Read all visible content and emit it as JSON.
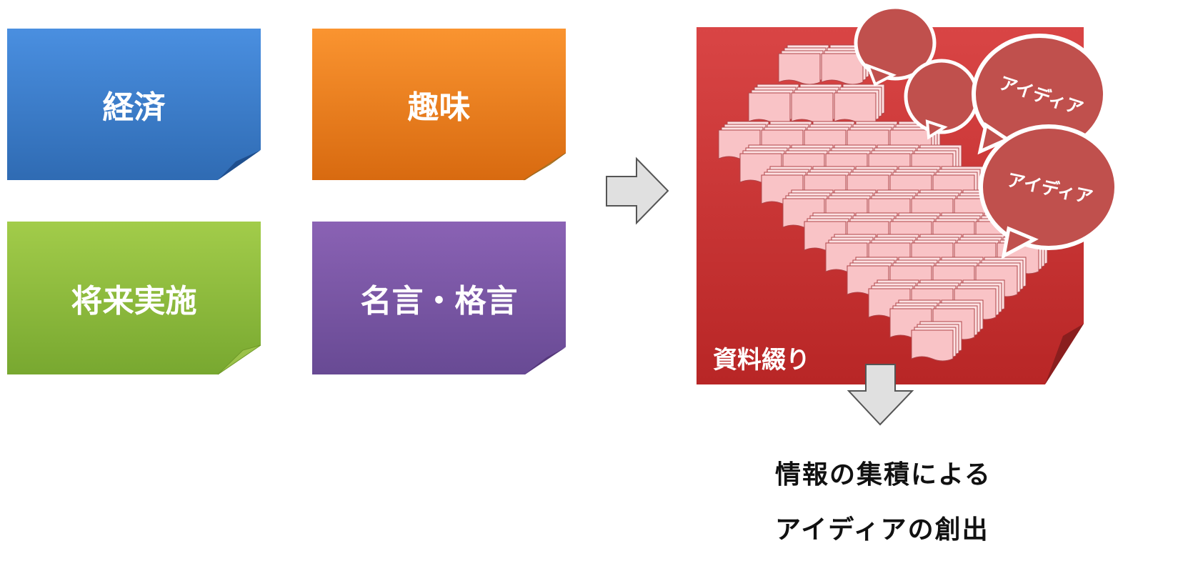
{
  "notes": {
    "economy": "経済",
    "hobby": "趣味",
    "future": "将来実施",
    "quotes": "名言・格言"
  },
  "collection": {
    "label": "資料綴り"
  },
  "bubbles": {
    "idea_1": "アイディア",
    "idea_2": "アイディア"
  },
  "caption": {
    "line1": "情報の集積による",
    "line2": "アイディアの創出"
  },
  "colors": {
    "economy": "#3a7bd0",
    "hobby": "#f0801e",
    "future": "#8dbb3c",
    "quotes": "#7a55a4",
    "card": "#c83333",
    "bubble": "#c0504d",
    "document": "#f6b8bb"
  },
  "icons": {
    "right_arrow": "arrow-right-icon",
    "down_arrow": "arrow-down-icon",
    "documents": "document-stack-icon",
    "speech": "speech-bubble-icon"
  }
}
